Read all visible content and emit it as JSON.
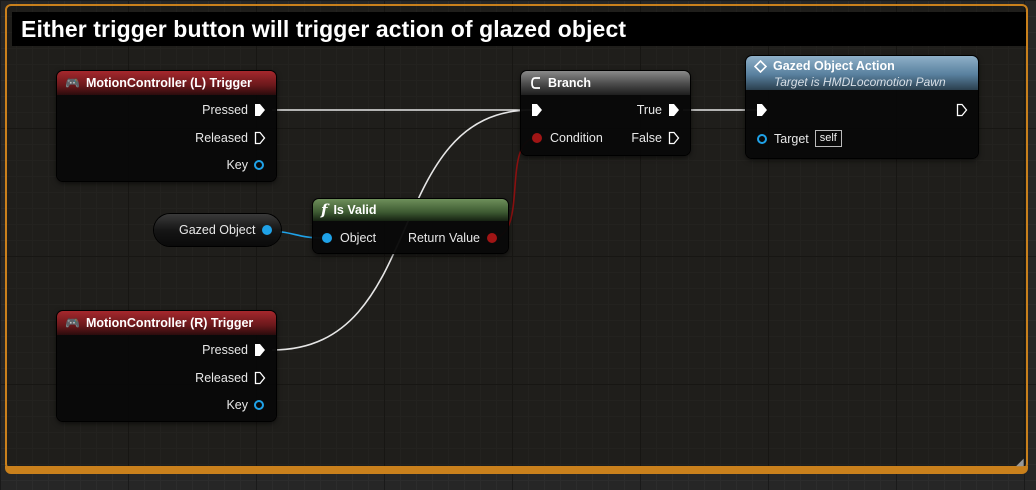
{
  "comment": {
    "title": "Either trigger button will trigger action of glazed object"
  },
  "nodes": {
    "left_trigger": {
      "title": "MotionController (L) Trigger",
      "pins": {
        "pressed": "Pressed",
        "released": "Released",
        "key": "Key"
      }
    },
    "right_trigger": {
      "title": "MotionController (R) Trigger",
      "pins": {
        "pressed": "Pressed",
        "released": "Released",
        "key": "Key"
      }
    },
    "branch": {
      "title": "Branch",
      "pins": {
        "condition": "Condition",
        "true": "True",
        "false": "False"
      }
    },
    "is_valid": {
      "title": "Is Valid",
      "icon": "f",
      "pins": {
        "object": "Object",
        "return_value": "Return Value"
      }
    },
    "gazed_object_var": {
      "label": "Gazed Object"
    },
    "gazed_action": {
      "title": "Gazed Object Action",
      "subtitle": "Target is HMDLocomotion Pawn",
      "pins": {
        "target": "Target",
        "target_value": "self"
      }
    }
  },
  "icons": {
    "controller": "gamepad-icon",
    "branch": "branch-icon",
    "function": "function-icon",
    "event": "diamond-event-icon"
  },
  "colors": {
    "comment_border": "#c9801c",
    "exec_wire": "#e6e6e6",
    "object_wire": "#1fa2e8",
    "bool_wire": "#8a1010",
    "event_header": "#a6282d",
    "function_header": "#58809e",
    "pure_header": "#3d5a32"
  }
}
